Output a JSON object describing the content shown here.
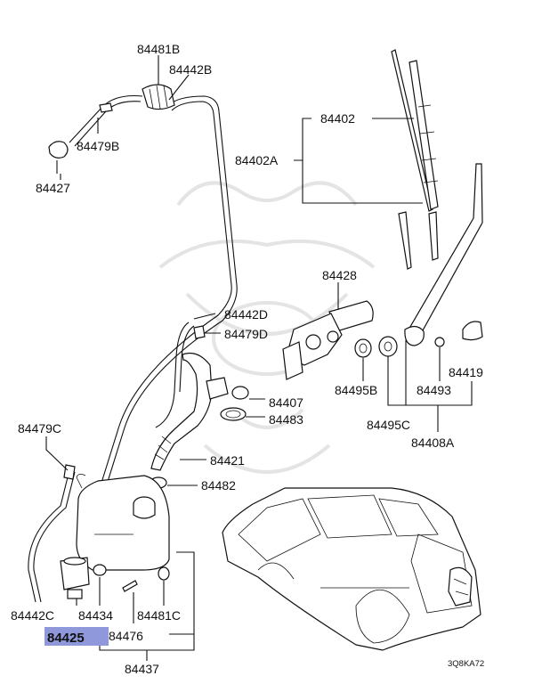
{
  "diagram": {
    "highlighted_part": "84425",
    "drawing_code": "3Q8KA72",
    "labels": {
      "p84481B": "84481B",
      "p84442B": "84442B",
      "p84479B": "84479B",
      "p84427": "84427",
      "p84402": "84402",
      "p84402A": "84402A",
      "p84428": "84428",
      "p84442D": "84442D",
      "p84479D": "84479D",
      "p84407": "84407",
      "p84483": "84483",
      "p84495B": "84495B",
      "p84493": "84493",
      "p84419": "84419",
      "p84495C": "84495C",
      "p84408A": "84408A",
      "p84479C": "84479C",
      "p84421": "84421",
      "p84482": "84482",
      "p84442C": "84442C",
      "p84434": "84434",
      "p84481C": "84481C",
      "p84425": "84425",
      "p84476": "84476",
      "p84437": "84437"
    }
  },
  "colors": {
    "highlight": "#8f98da",
    "ink": "#111111"
  }
}
